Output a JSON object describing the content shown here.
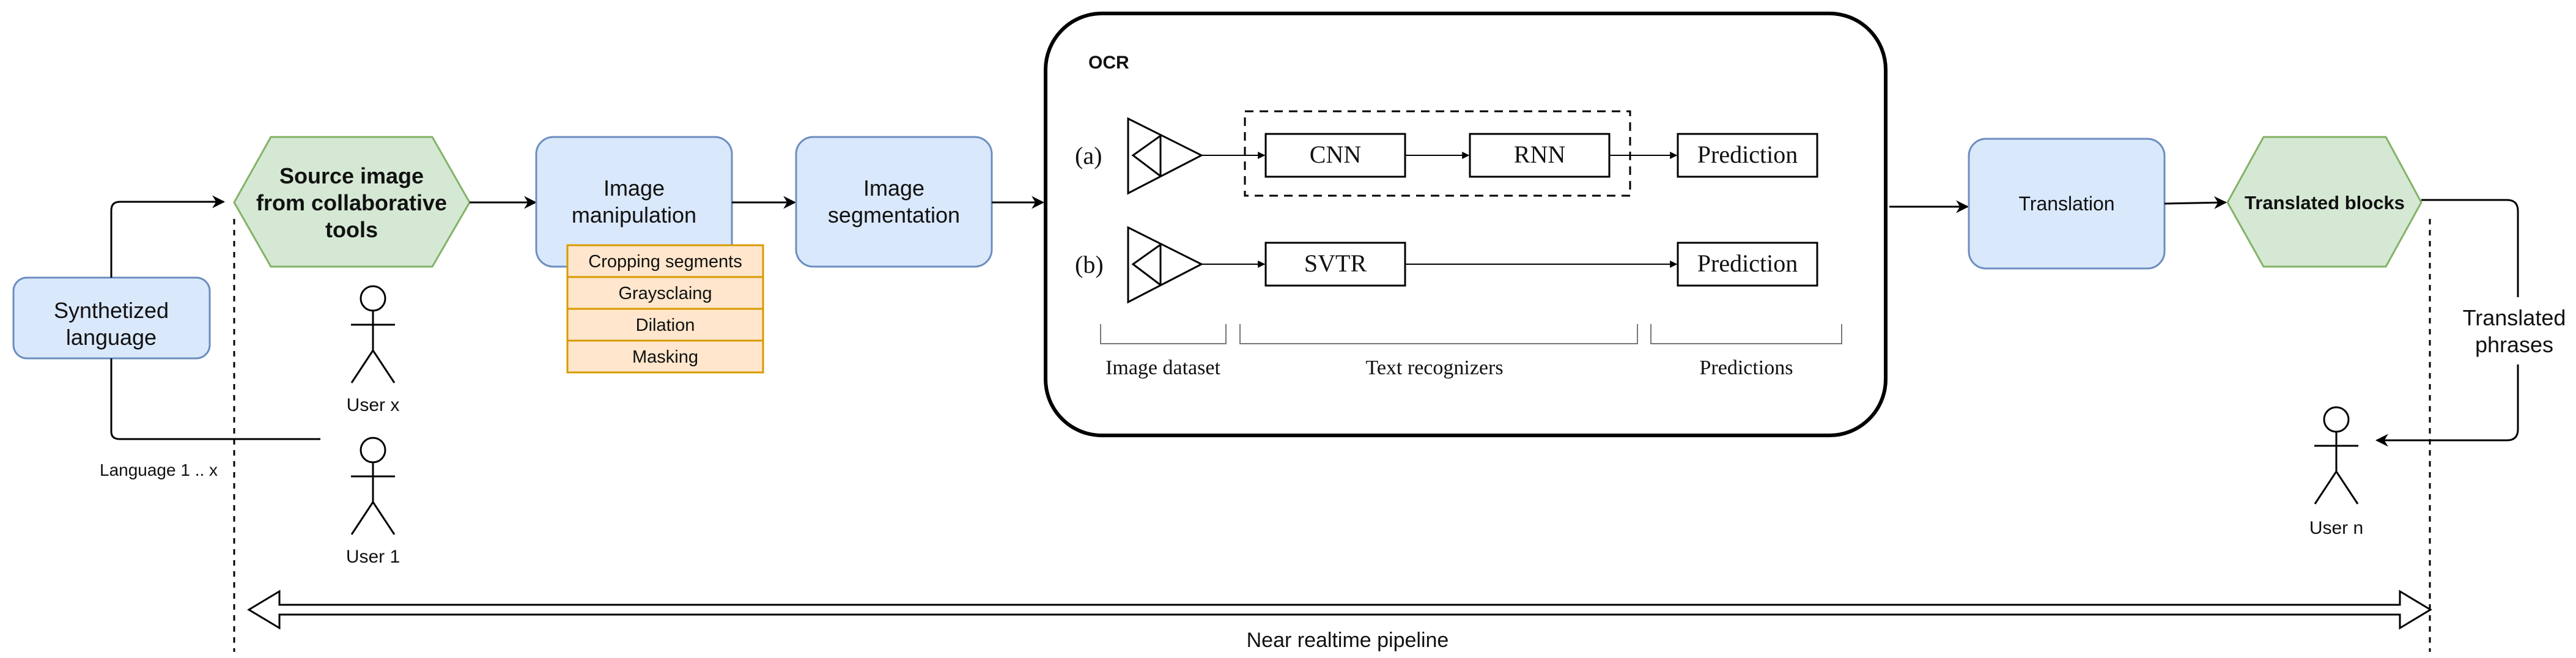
{
  "nodes": {
    "synthetized_language": "Synthetized\nlanguage",
    "source_image": "Source image\nfrom collaborative\ntools",
    "image_manipulation": "Image\nmanipulation",
    "image_segmentation": "Image\nsegmentation",
    "translation": "Translation",
    "translated_blocks": "Translated blocks"
  },
  "manipulation_steps": [
    "Cropping segments",
    "Graysclaing",
    "Dilation",
    "Masking"
  ],
  "users": {
    "user_x": "User x",
    "user_1": "User 1",
    "user_n": "User n"
  },
  "labels": {
    "language_range": "Language 1 .. x",
    "translated_phrases": "Translated\nphrases",
    "pipeline": "Near realtime pipeline"
  },
  "ocr": {
    "title": "OCR",
    "row_a_label": "(a)",
    "row_b_label": "(b)",
    "cnn": "CNN",
    "rnn": "RNN",
    "svtr": "SVTR",
    "prediction_a": "Prediction",
    "prediction_b": "Prediction",
    "group_image_dataset": "Image dataset",
    "group_text_recognizers": "Text recognizers",
    "group_predictions": "Predictions"
  },
  "colors": {
    "blue_fill": "#dae8fc",
    "blue_stroke": "#6c8ebf",
    "green_fill": "#d5e8d4",
    "green_stroke": "#82b366",
    "orange_fill": "#ffe6cc",
    "orange_stroke": "#d79b00"
  }
}
